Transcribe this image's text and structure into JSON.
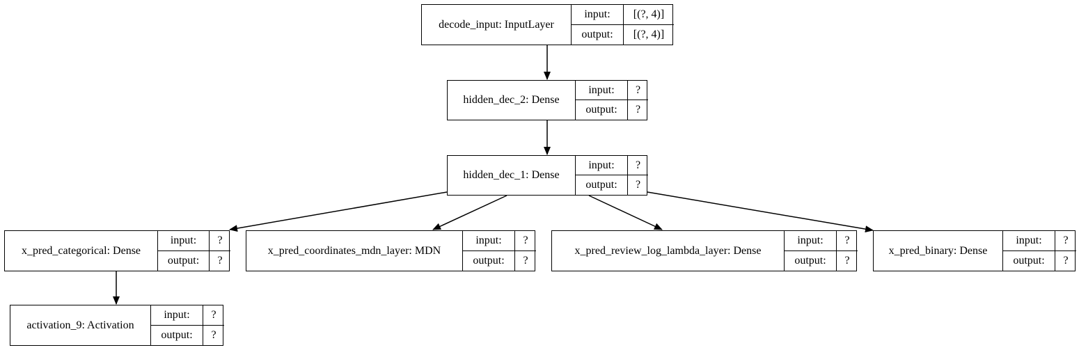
{
  "diagram": {
    "nodes": [
      {
        "id": "decode_input",
        "name": "decode_input: InputLayer",
        "input_label": "input:",
        "input_value": "[(?, 4)]",
        "output_label": "output:",
        "output_value": "[(?, 4)]"
      },
      {
        "id": "hidden_dec_2",
        "name": "hidden_dec_2: Dense",
        "input_label": "input:",
        "input_value": "?",
        "output_label": "output:",
        "output_value": "?"
      },
      {
        "id": "hidden_dec_1",
        "name": "hidden_dec_1: Dense",
        "input_label": "input:",
        "input_value": "?",
        "output_label": "output:",
        "output_value": "?"
      },
      {
        "id": "x_pred_categorical",
        "name": "x_pred_categorical: Dense",
        "input_label": "input:",
        "input_value": "?",
        "output_label": "output:",
        "output_value": "?"
      },
      {
        "id": "x_pred_coordinates_mdn_layer",
        "name": "x_pred_coordinates_mdn_layer: MDN",
        "input_label": "input:",
        "input_value": "?",
        "output_label": "output:",
        "output_value": "?"
      },
      {
        "id": "x_pred_review_log_lambda_layer",
        "name": "x_pred_review_log_lambda_layer: Dense",
        "input_label": "input:",
        "input_value": "?",
        "output_label": "output:",
        "output_value": "?"
      },
      {
        "id": "x_pred_binary",
        "name": "x_pred_binary: Dense",
        "input_label": "input:",
        "input_value": "?",
        "output_label": "output:",
        "output_value": "?"
      },
      {
        "id": "activation_9",
        "name": "activation_9: Activation",
        "input_label": "input:",
        "input_value": "?",
        "output_label": "output:",
        "output_value": "?"
      }
    ],
    "edges": [
      {
        "from": "decode_input",
        "to": "hidden_dec_2"
      },
      {
        "from": "hidden_dec_2",
        "to": "hidden_dec_1"
      },
      {
        "from": "hidden_dec_1",
        "to": "x_pred_categorical"
      },
      {
        "from": "hidden_dec_1",
        "to": "x_pred_coordinates_mdn_layer"
      },
      {
        "from": "hidden_dec_1",
        "to": "x_pred_review_log_lambda_layer"
      },
      {
        "from": "hidden_dec_1",
        "to": "x_pred_binary"
      },
      {
        "from": "x_pred_categorical",
        "to": "activation_9"
      }
    ],
    "line_color": "#000000",
    "background": "#ffffff"
  }
}
